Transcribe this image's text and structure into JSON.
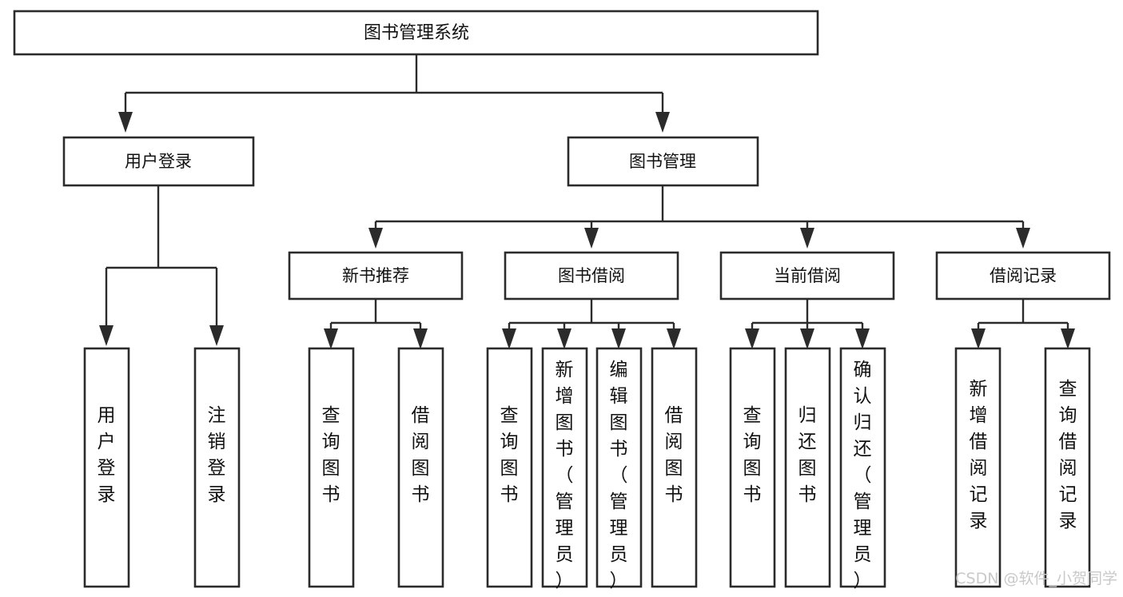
{
  "diagram": {
    "title": "图书管理系统",
    "type": "tree",
    "orientation": "top-down",
    "colors": {
      "box_stroke": "#2b2b2b",
      "box_fill": "#ffffff",
      "connector": "#2b2b2b",
      "text": "#111111",
      "watermark": "#c9c9c9",
      "background": "#ffffff"
    },
    "root": {
      "label": "图书管理系统"
    },
    "level2": [
      {
        "id": "user-login",
        "label": "用户登录"
      },
      {
        "id": "book-management",
        "label": "图书管理"
      }
    ],
    "level3": [
      {
        "id": "new-book-recommend",
        "label": "新书推荐",
        "parent": "book-management"
      },
      {
        "id": "book-borrow",
        "label": "图书借阅",
        "parent": "book-management"
      },
      {
        "id": "current-borrow",
        "label": "当前借阅",
        "parent": "book-management"
      },
      {
        "id": "borrow-record",
        "label": "借阅记录",
        "parent": "book-management"
      }
    ],
    "leaves": {
      "user-login": [
        {
          "id": "leaf-user-login",
          "label": "用户登录"
        },
        {
          "id": "leaf-user-logout",
          "label": "注销登录"
        }
      ],
      "new-book-recommend": [
        {
          "id": "leaf-query-book-1",
          "label": "查询图书"
        },
        {
          "id": "leaf-borrow-book-1",
          "label": "借阅图书"
        }
      ],
      "book-borrow": [
        {
          "id": "leaf-query-book-2",
          "label": "查询图书"
        },
        {
          "id": "leaf-add-book",
          "label": "新增图书（管理员）"
        },
        {
          "id": "leaf-edit-book",
          "label": "编辑图书（管理员）"
        },
        {
          "id": "leaf-borrow-book-2",
          "label": "借阅图书"
        }
      ],
      "current-borrow": [
        {
          "id": "leaf-query-book-3",
          "label": "查询图书"
        },
        {
          "id": "leaf-return-book",
          "label": "归还图书"
        },
        {
          "id": "leaf-confirm-return",
          "label": "确认归还（管理员）"
        }
      ],
      "borrow-record": [
        {
          "id": "leaf-add-record",
          "label": "新增借阅记录"
        },
        {
          "id": "leaf-query-record",
          "label": "查询借阅记录"
        }
      ]
    }
  },
  "watermark": {
    "text": "CSDN @软件_小贺同学"
  }
}
